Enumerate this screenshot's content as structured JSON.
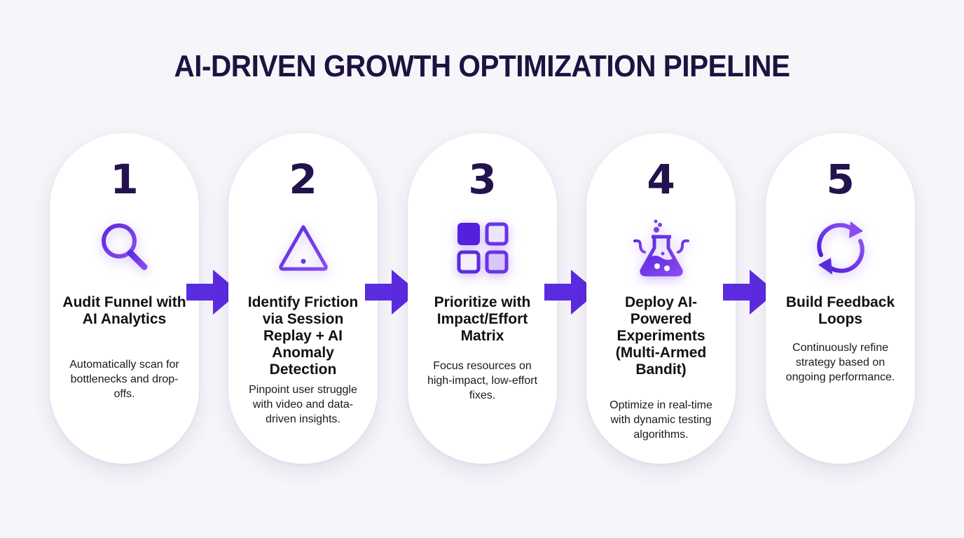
{
  "title": "AI-DRIVEN GROWTH OPTIMIZATION PIPELINE",
  "colors": {
    "background": "#f6f5f9",
    "title": "#1e1240",
    "number": "#22124d",
    "accent": "#5b2be0",
    "accent_light": "#8a4bf0",
    "card": "#ffffff"
  },
  "steps": [
    {
      "number": "1",
      "icon": "search-icon",
      "heading": "Audit Funnel with AI Analytics",
      "description": "Automatically scan for bottlenecks and drop-offs."
    },
    {
      "number": "2",
      "icon": "warning-icon",
      "heading": "Identify Friction via Session Replay + AI Anomaly Detection",
      "description": "Pinpoint user struggle with video and data-driven insights."
    },
    {
      "number": "3",
      "icon": "grid-matrix-icon",
      "heading": "Prioritize with Impact/Effort Matrix",
      "description": "Focus resources on high-impact, low-effort fixes."
    },
    {
      "number": "4",
      "icon": "flask-icon",
      "heading": "Deploy AI-Powered Experiments (Multi-Armed Bandit)",
      "description": "Optimize in real-time with dynamic testing algorithms."
    },
    {
      "number": "5",
      "icon": "refresh-cycle-icon",
      "heading": "Build Feedback Loops",
      "description": "Continuously refine strategy based on ongoing performance."
    }
  ],
  "connectors": [
    "arrow-right",
    "arrow-right",
    "arrow-right",
    "arrow-right"
  ]
}
